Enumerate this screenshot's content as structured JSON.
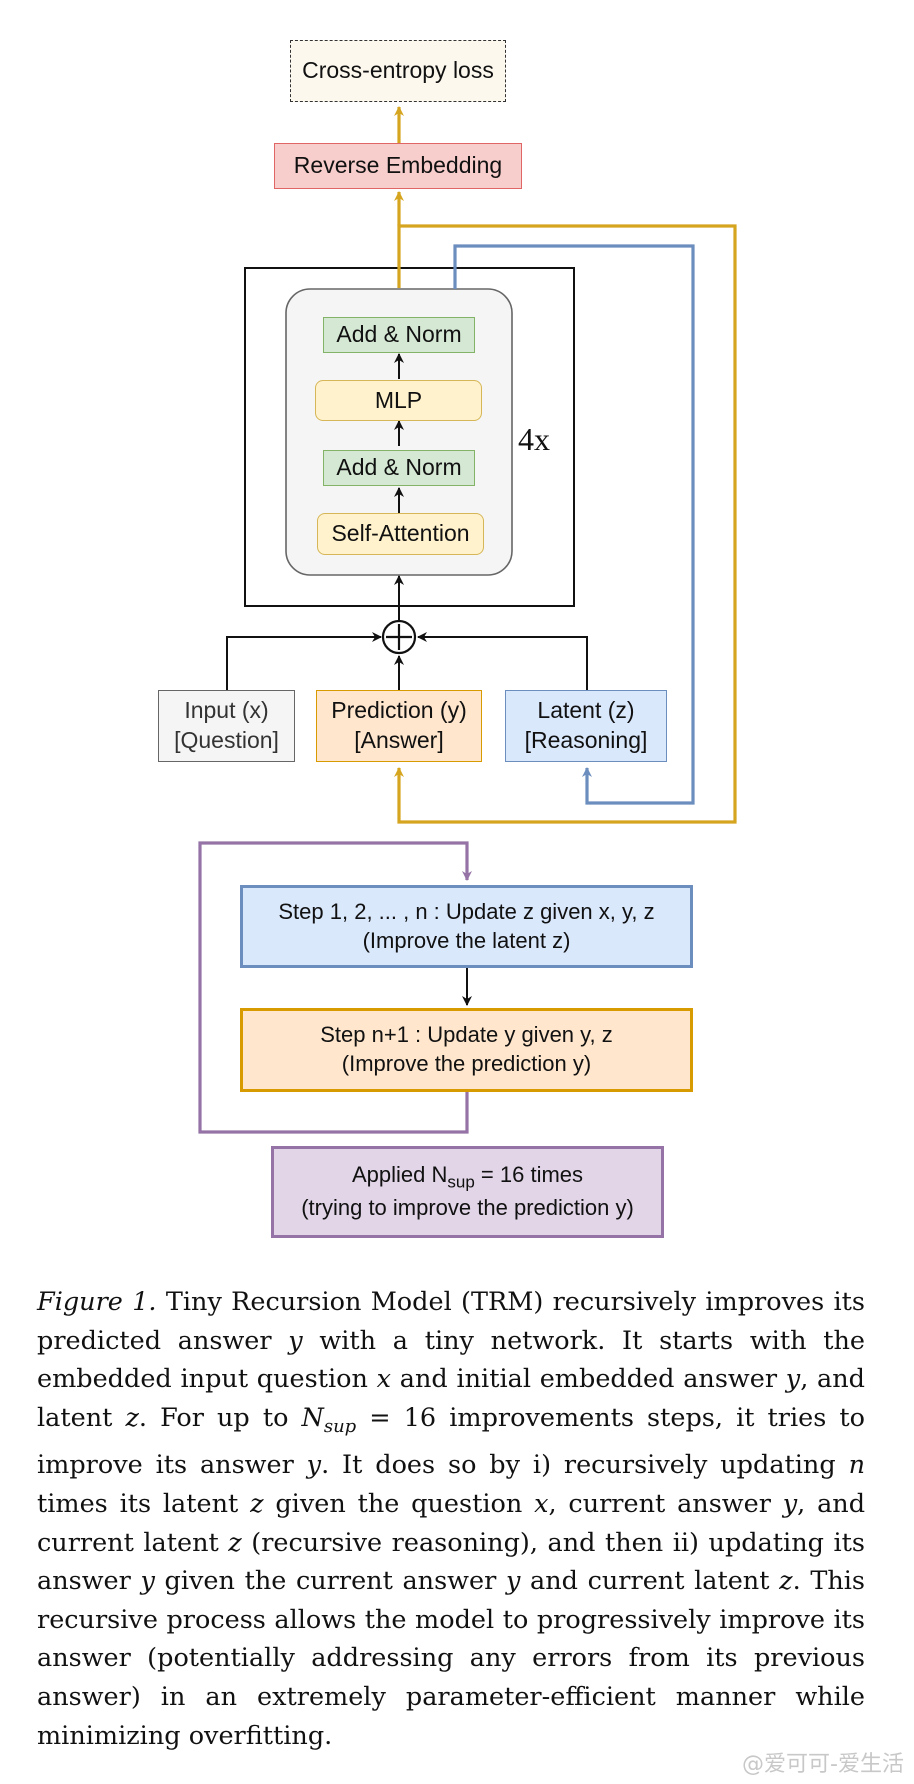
{
  "diagram": {
    "loss_label": "Cross-entropy loss",
    "reverse_embedding_label": "Reverse Embedding",
    "add_norm_top_label": "Add & Norm",
    "mlp_label": "MLP",
    "add_norm_bottom_label": "Add & Norm",
    "self_attention_label": "Self-Attention",
    "repeat_label": "4x",
    "input_line1": "Input (x)",
    "input_line2": "[Question]",
    "prediction_line1": "Prediction (y)",
    "prediction_line2": "[Answer]",
    "latent_line1": "Latent (z)",
    "latent_line2": "[Reasoning]",
    "step_latent_line1": "Step 1, 2, ... , n : Update z given x, y, z",
    "step_latent_line2": "(Improve the latent z)",
    "step_pred_line1": "Step n+1 : Update y given y, z",
    "step_pred_line2": "(Improve the prediction y)",
    "applied_prefix": "Applied N",
    "applied_sub": "sup",
    "applied_suffix": " = 16 times",
    "applied_line2": "(trying to improve the prediction y)",
    "colors": {
      "gold_arrow": "#d6a520",
      "blue_arrow": "#6c8ebf",
      "purple_arrow": "#9673a6",
      "loss_fill": "#fcf8ee",
      "reverse_fill": "#f8cecc",
      "reverse_border": "#e06666",
      "green_fill": "#d5e8d4",
      "green_border": "#82b366",
      "yellow_fill": "#fff2cc",
      "yellow_border": "#d6b656",
      "orange_fill": "#ffe6cc",
      "orange_border": "#d79b00",
      "blue_fill": "#dae8fc",
      "blue_border": "#6c8ebf",
      "purple_fill": "#e1d5e7",
      "purple_border": "#9673a6",
      "gray_fill": "#f5f5f5",
      "gray_border": "#666666"
    }
  },
  "caption": {
    "figure_label": "Figure 1.",
    "p01": " Tiny Recursion Model (TRM) recursively improves its predicted answer ",
    "m01": "y",
    "p02": " with a tiny network. It starts with the embedded input question ",
    "m02": "x",
    "p03": " and initial embedded answer ",
    "m03": "y",
    "p04": ", and latent ",
    "m04": "z",
    "p05": ". For up to ",
    "m05": "N",
    "s05": "sup",
    "p06": " = 16 improvements steps, it tries to improve its answer ",
    "m06": "y",
    "p07": ". It does so by i) recursively updating ",
    "m07": "n",
    "p08": " times its latent ",
    "m08": "z",
    "p09": " given the question ",
    "m09": "x",
    "p10": ", current answer ",
    "m10": "y",
    "p11": ", and current latent ",
    "m11": "z",
    "p12": " (recursive reasoning), and then ii) updating its answer ",
    "m12": "y",
    "p13": " given the current answer ",
    "m13": "y",
    "p14": " and current latent ",
    "m14": "z",
    "p15": ". This recursive process allows the model to progressively improve its answer (potentially addressing any errors from its previous answer) in an extremely parameter-efficient manner while minimizing overfitting."
  },
  "watermark": "@爱可可-爱生活"
}
